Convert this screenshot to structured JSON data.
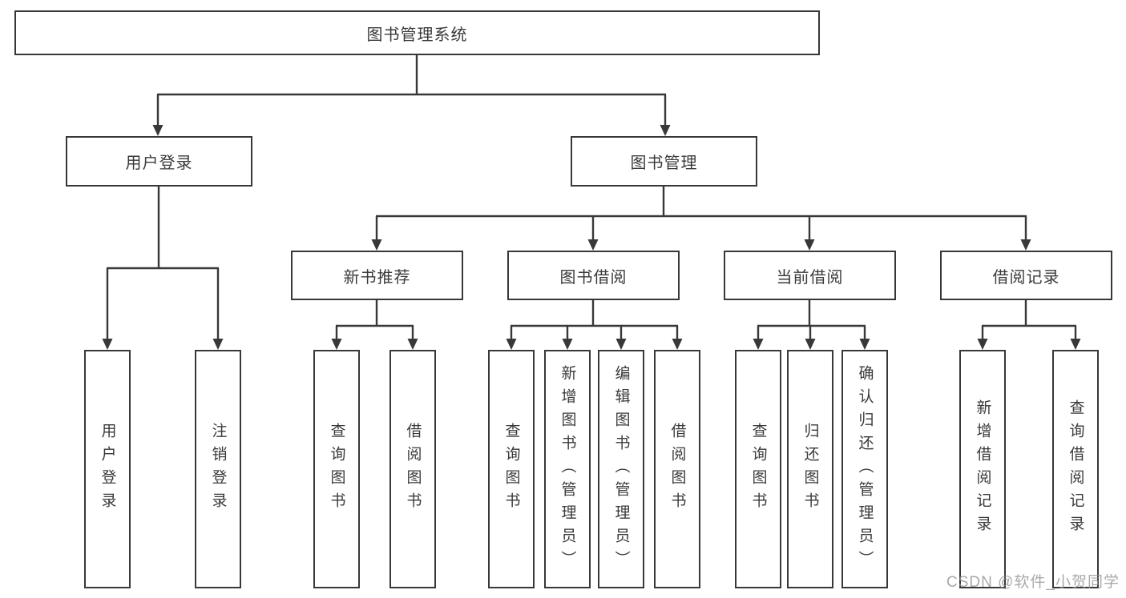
{
  "watermark": {
    "text": "CSDN @软件_小贺同学"
  },
  "colors": {
    "line": "#383838",
    "box_border": "#383838",
    "text": "#3a3a3a",
    "background": "#ffffff",
    "watermark_text": "#919191"
  },
  "tree": {
    "root": "图书管理系统",
    "branches": [
      {
        "label": "用户登录",
        "leaves": [
          "用户登录",
          "注销登录"
        ]
      },
      {
        "label": "图书管理",
        "groups": [
          {
            "label": "新书推荐",
            "leaves": [
              "查询图书",
              "借阅图书"
            ]
          },
          {
            "label": "图书借阅",
            "leaves": [
              "查询图书",
              "新增图书（管理员）",
              "编辑图书（管理员）",
              "借阅图书"
            ]
          },
          {
            "label": "当前借阅",
            "leaves": [
              "查询图书",
              "归还图书",
              "确认归还（管理员）"
            ]
          },
          {
            "label": "借阅记录",
            "leaves": [
              "新增借阅记录",
              "查询借阅记录"
            ]
          }
        ]
      }
    ]
  }
}
